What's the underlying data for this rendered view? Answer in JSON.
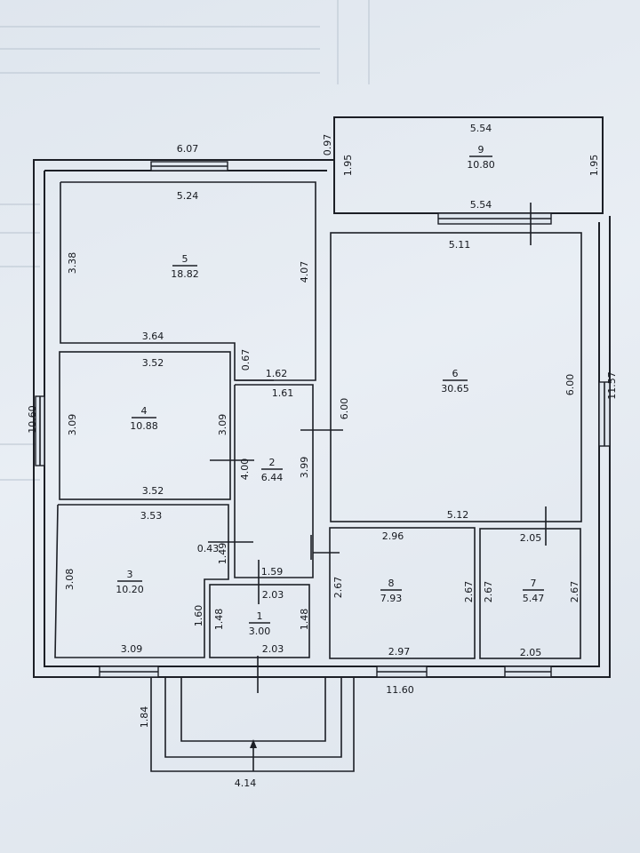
{
  "rooms": [
    {
      "id": "1",
      "number": "1",
      "area": "3.00"
    },
    {
      "id": "2",
      "number": "2",
      "area": "6.44"
    },
    {
      "id": "3",
      "number": "3",
      "area": "10.20"
    },
    {
      "id": "4",
      "number": "4",
      "area": "10.88"
    },
    {
      "id": "5",
      "number": "5",
      "area": "18.82"
    },
    {
      "id": "6",
      "number": "6",
      "area": "30.65"
    },
    {
      "id": "7",
      "number": "7",
      "area": "5.47"
    },
    {
      "id": "8",
      "number": "8",
      "area": "7.93"
    },
    {
      "id": "9",
      "number": "9",
      "area": "10.80"
    }
  ],
  "dimensions": {
    "outer_top": "6.07",
    "outer_left": "10.60",
    "outer_right": "11.57",
    "outer_bottom": "11.60",
    "porch_width": "4.14",
    "porch_depth": "1.84",
    "r9_top": "5.54",
    "r9_bottom": "5.54",
    "r9_left": "1.95",
    "r9_right": "1.95",
    "r9_offset": "0.97",
    "r5_top": "5.24",
    "r5_bottom": "3.64",
    "r5_left": "3.38",
    "r5_right": "4.07",
    "r5_notch": "0.67",
    "r4_top": "3.52",
    "r4_bottom": "3.52",
    "r4_left": "3.09",
    "r4_right": "3.09",
    "r3_top": "3.53",
    "r3_bottom": "3.09",
    "r3_left": "3.08",
    "r3_right": "1.60",
    "r3_notch": "0.43",
    "r2_top_outer": "1.62",
    "r2_top": "1.61",
    "r2_left": "4.00",
    "r2_right": "3.99",
    "r2_lower_left": "1.49",
    "r2_bottom": "1.59",
    "r1_top": "2.03",
    "r1_bottom": "2.03",
    "r1_left": "1.48",
    "r1_right": "1.48",
    "r6_top": "5.11",
    "r6_bottom": "5.12",
    "r6_left": "6.00",
    "r6_right": "6.00",
    "r8_top": "2.96",
    "r8_bottom": "2.97",
    "r8_left": "2.67",
    "r8_right": "2.67",
    "r7_top": "2.05",
    "r7_bottom": "2.05",
    "r7_left": "2.67",
    "r7_right": "2.67"
  },
  "colors": {
    "line": "#1c1f26",
    "paper": "#e4eaf1"
  }
}
